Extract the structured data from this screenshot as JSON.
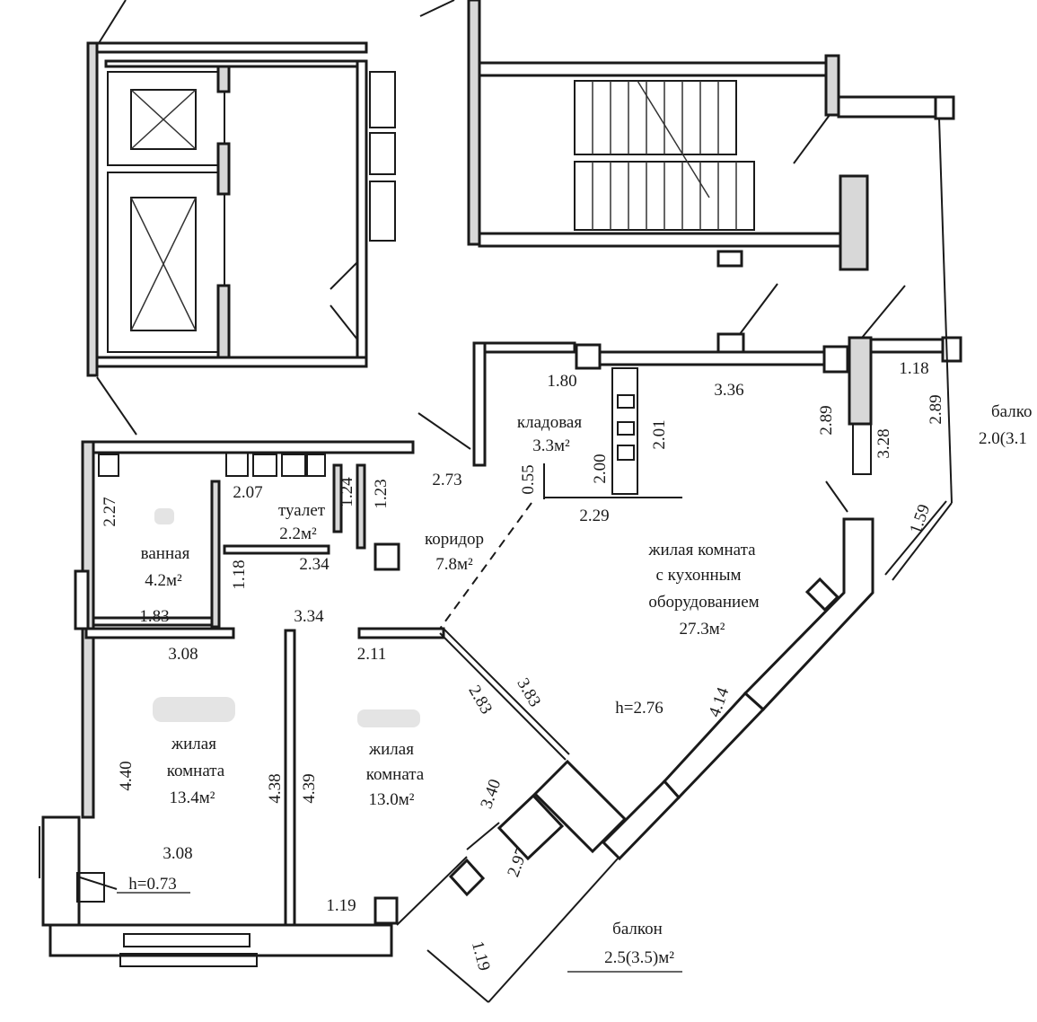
{
  "rooms": {
    "kladovaya": {
      "name": "кладовая",
      "area": "3.3м²"
    },
    "tualet": {
      "name": "туалет",
      "area": "2.2м²"
    },
    "vannaya": {
      "name": "ванная",
      "area": "4.2м²"
    },
    "koridor": {
      "name": "коридор",
      "area": "7.8м²"
    },
    "kitchen_living": {
      "line1": "жилая комната",
      "line2": "с кухонным",
      "line3": "оборудованием",
      "area": "27.3м²"
    },
    "living1": {
      "line1": "жилая",
      "line2": "комната",
      "area": "13.4м²"
    },
    "living2": {
      "line1": "жилая",
      "line2": "комната",
      "area": "13.0м²"
    },
    "balcony_bottom": {
      "name": "балкон",
      "area": "2.5(3.5)м²"
    },
    "balcony_right": {
      "name": "балко",
      "area": "2.0(3.1"
    }
  },
  "ceiling": {
    "main": "h=2.76",
    "low": "h=0.73"
  },
  "dimensions": {
    "d_1_80": "1.80",
    "d_3_36": "3.36",
    "d_1_18_top": "1.18",
    "d_2_89_a": "2.89",
    "d_2_89_b": "2.89",
    "d_3_28": "3.28",
    "d_2_01": "2.01",
    "d_2_00": "2.00",
    "d_2_29": "2.29",
    "d_0_55": "0.55",
    "d_2_73": "2.73",
    "d_2_27": "2.27",
    "d_2_07": "2.07",
    "d_1_24": "1.24",
    "d_1_23": "1.23",
    "d_2_34": "2.34",
    "d_1_18_mid": "1.18",
    "d_1_83": "1.83",
    "d_3_34": "3.34",
    "d_3_08_top": "3.08",
    "d_2_11": "2.11",
    "d_3_83": "3.83",
    "d_2_83": "2.83",
    "d_4_14": "4.14",
    "d_1_59": "1.59",
    "d_4_40": "4.40",
    "d_4_38": "4.38",
    "d_4_39": "4.39",
    "d_3_08_bottom": "3.08",
    "d_1_19_a": "1.19",
    "d_1_19_b": "1.19",
    "d_3_40": "3.40",
    "d_2_97": "2.97"
  }
}
